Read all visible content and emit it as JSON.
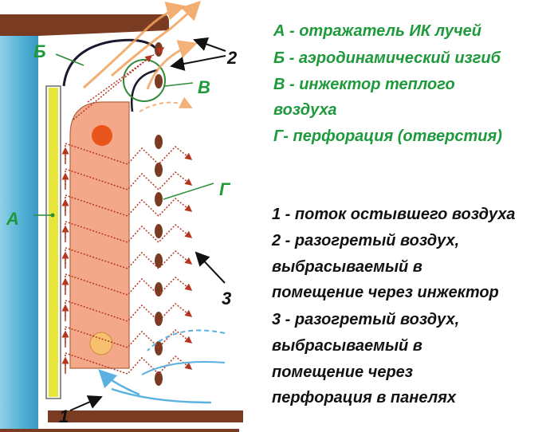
{
  "legend_letters": [
    "А - отражатель ИК лучей",
    "Б - аэродинамический изгиб",
    "В - инжектор теплого",
    "воздуха",
    "Г- перфорация (отверстия)"
  ],
  "legend_numbers": [
    "1 - поток остывшего воздуха",
    "2 - разогретый воздух,",
    "выбрасываемый в",
    "помещение через инжектор",
    "3 - разогретый воздух,",
    "выбрасываемый в",
    "помещение через",
    "перфорация в панелях"
  ],
  "diagram_labels": {
    "A": "А",
    "B": "Б",
    "V": "В",
    "G": "Г",
    "n1": "1",
    "n2": "2",
    "n3": "3"
  },
  "colors": {
    "green_text": "#1e9a3c",
    "wall_blue": "#5ab7d6",
    "reflector_yellow": "#e8e53a",
    "radiator_body": "#f4a88a",
    "hot_arrow": "#b5351f",
    "warm_flow": "#f1a05a",
    "cold_flow": "#59b1e0",
    "frame_brown": "#7a3b23"
  }
}
